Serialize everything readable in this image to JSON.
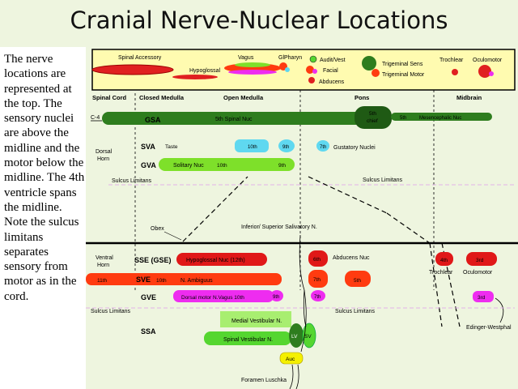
{
  "title": "Cranial Nerve-Nuclear Locations",
  "side_text": "The nerve locations are represented at the top. The sensory nuclei are above the midline and the motor below the midline. The 4th ventricle spans the midline. Note the sulcus limitans separates sensory from motor as in the cord.",
  "legend": {
    "spinal_accessory": "Spinal Accessory",
    "hypoglossal": "Hypoglossal",
    "vagus": "Vagus",
    "glossopharyngeal": "GlPharyn",
    "audit_vest": "Audit/Vest",
    "facial": "Facial",
    "abducens": "Abducens",
    "trigeminal_sens": "Trigeminal Sens",
    "trigeminal_motor": "Trigeminal Motor",
    "trochlear": "Trochlear",
    "oculomotor": "Oculomotor"
  },
  "regions": {
    "spinal_cord": "Spinal Cord",
    "closed_medulla": "Closed Medulla",
    "open_medulla": "Open Medulla",
    "pons": "Pons",
    "midbrain": "Midbrain"
  },
  "rows": {
    "c4": "C-4",
    "gsa": "GSA",
    "svt": "SVA",
    "gva": "GVA",
    "dorsal_horn": [
      "Dorsal",
      "Horn"
    ],
    "ventral_horn": [
      "Ventral",
      "Horn"
    ],
    "sse": "SSE (GSE)",
    "sve": "SVE",
    "gve": "GVE",
    "ssa": "SSA"
  },
  "labels": {
    "spinal_nuc": "5th Spinal Nuc",
    "chief_5th": "5th",
    "chief_label": "chief",
    "fifth_mes": "5th",
    "mesencephalic": "Mesencephalic Nuc",
    "taste": "Taste",
    "tenth_svt": "10th",
    "ninth_svt": "9th",
    "seventh_svt": "7th",
    "gustatory": "Gustatory Nuclei",
    "solitary": "Solitary Nuc",
    "tenth_gva": "10th",
    "ninth_gva": "9th",
    "sulcus_upper_left": "Sulcus Limitans",
    "sulcus_upper_right": "Sulcus Limitans",
    "obex": "Obex",
    "salivatory": "Inferior/ Superior Salivatory N.",
    "hypoglossal_nuc": "Hypoglossal Nuc (12th)",
    "sixth": "6th",
    "abducens_nuc": "Abducens Nuc",
    "trochlear_num": "4th",
    "oculomotor_num": "3rd",
    "trochlear_label": "Trochlear",
    "oculomotor_label": "Oculomotor",
    "eleventh": "11th",
    "tenth_sve": "10th",
    "n_ambiguus": "N. Ambiguus",
    "seventh_sve": "7th",
    "fifth_sve": "5th",
    "dorsal_motor": "Dorsal motor N.Vagus 10th",
    "ninth_gve": "9th",
    "seventh_gve": "7th",
    "third_gve": "3rd",
    "sulcus_lower_left": "Sulcus Limitans",
    "sulcus_lower_right": "Sulcus Limitans",
    "edinger": "Edinger-Westphal",
    "medial_vest": "Medial Vestibular N.",
    "spinal_vest": "Spinal Vestibular N.",
    "lv": "LV",
    "sv": "SV",
    "auc": "Auc",
    "foramen": "Foramen Luschka"
  },
  "colors": {
    "gsa": "#2e7d1e",
    "svt": "#5fd8f0",
    "gva": "#7ee02a",
    "sse": "#e01818",
    "sve": "#ff3b10",
    "gve": "#ee2cf0",
    "ssa_light": "#a8ee70",
    "ssa": "#55d630",
    "auc": "#f4f000"
  }
}
